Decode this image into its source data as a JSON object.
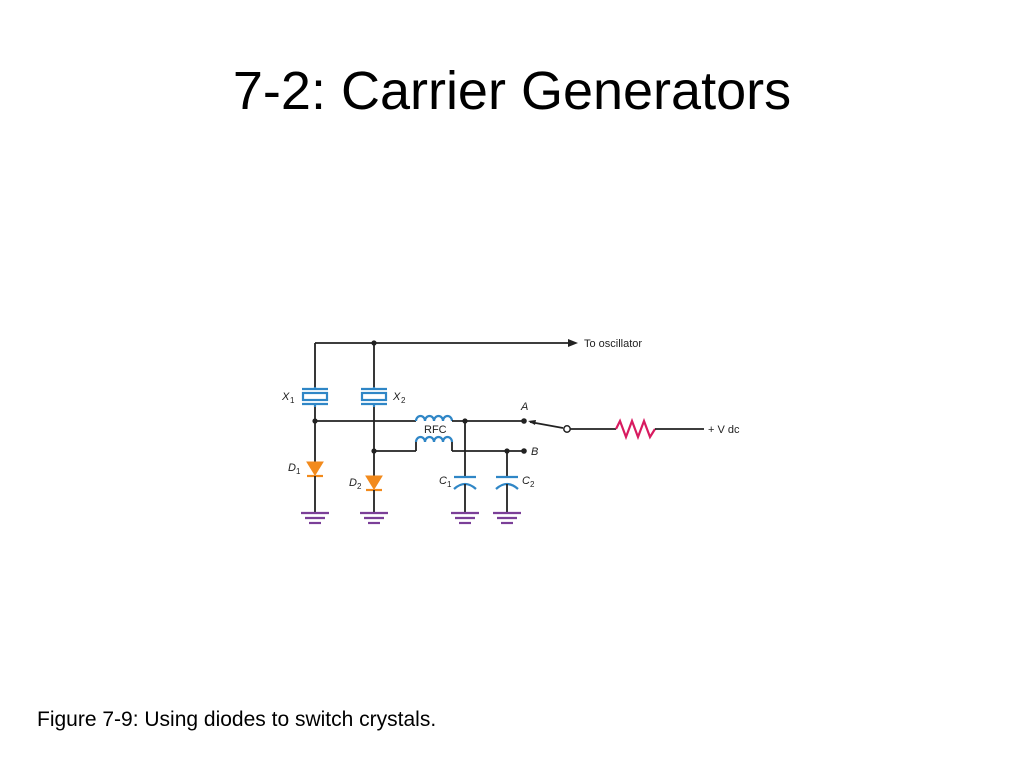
{
  "slide": {
    "title": "7-2: Carrier Generators",
    "caption": "Figure 7-9: Using diodes to switch crystals."
  },
  "diagram": {
    "labels": {
      "to_oscillator": "To oscillator",
      "x1": "X",
      "x1_sub": "1",
      "x2": "X",
      "x2_sub": "2",
      "rfc": "RFC",
      "a": "A",
      "b": "B",
      "vdc": "+ V dc",
      "d1": "D",
      "d1_sub": "1",
      "d2": "D",
      "d2_sub": "2",
      "c1": "C",
      "c1_sub": "1",
      "c2": "C",
      "c2_sub": "2"
    },
    "colors": {
      "crystal": "#2f86c6",
      "inductor": "#2f86c6",
      "capacitor": "#2f86c6",
      "diode": "#f28a1c",
      "resistor": "#d81b60",
      "ground": "#7b3f98",
      "wire": "#222222"
    }
  }
}
